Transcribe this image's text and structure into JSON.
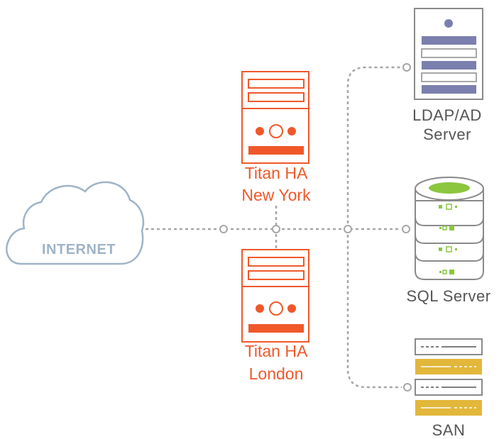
{
  "diagram": {
    "internet": {
      "label": "INTERNET",
      "color": "#9fb3c8"
    },
    "titan_ny": {
      "line1": "Titan HA",
      "line2": "New York",
      "color": "#f0582a"
    },
    "titan_london": {
      "line1": "Titan HA",
      "line2": "London",
      "color": "#f0582a"
    },
    "ldap": {
      "line1": "LDAP/AD",
      "line2": "Server",
      "color": "#7a7fae"
    },
    "sql": {
      "line1": "SQL Server",
      "color": "#8cc63f"
    },
    "san": {
      "line1": "SAN",
      "color": "#e2b73a"
    },
    "connector_color": "#a6a6a6",
    "icons": [
      "cloud-icon",
      "titan-server-icon",
      "ldap-server-icon",
      "sql-database-icon",
      "san-storage-icon"
    ]
  }
}
